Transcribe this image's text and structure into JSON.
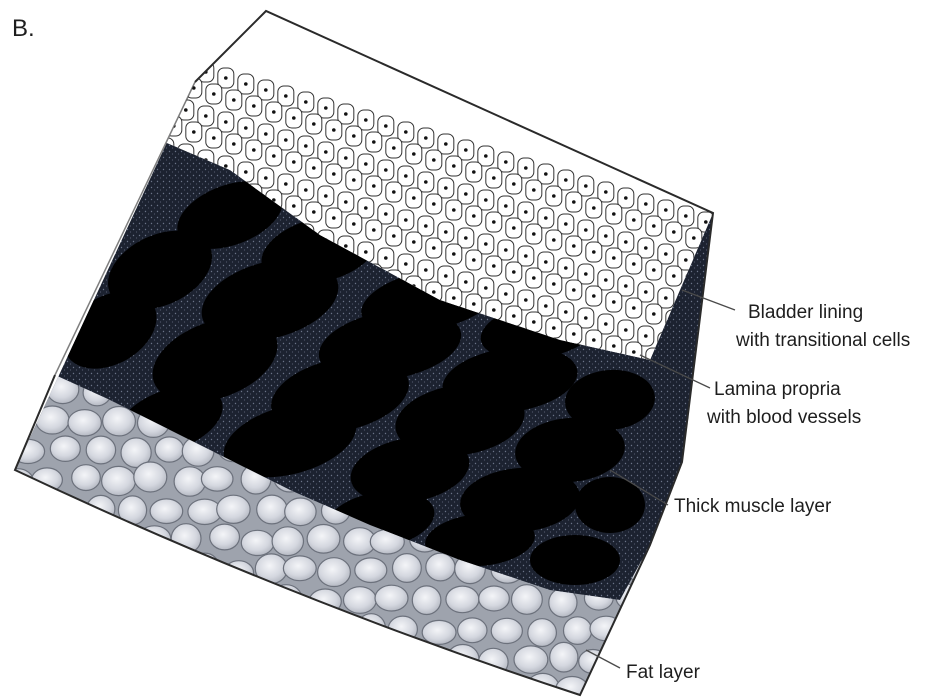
{
  "figure": {
    "panel_label": "B.",
    "labels": {
      "lining_line1": "Bladder lining",
      "lining_line2": "with transitional cells",
      "lamina_line1": "Lamina propria",
      "lamina_line2": "with blood vessels",
      "muscle": "Thick muscle layer",
      "fat": "Fat layer"
    },
    "colors": {
      "outline": "#2a2a2a",
      "lining_cells": "#ffffff",
      "lamina": "#1a1a22",
      "muscle_bundles": "#000000",
      "connective_tissue": "#2b3140",
      "fat_cells": "#d8dbe2"
    }
  }
}
